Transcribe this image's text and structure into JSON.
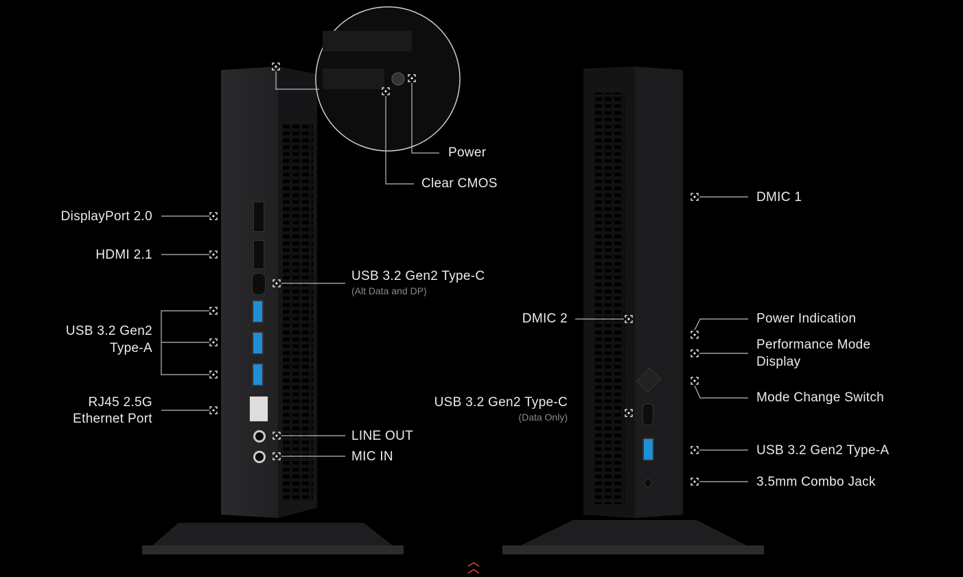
{
  "left_unit": {
    "labels": {
      "displayport": "DisplayPort 2.0",
      "hdmi": "HDMI 2.1",
      "usb_a_line1": "USB 3.2 Gen2",
      "usb_a_line2": "Type-A",
      "rj45_line1": "RJ45 2.5G",
      "rj45_line2": "Ethernet Port",
      "usb_c": "USB 3.2 Gen2 Type-C",
      "usb_c_sub": "(Alt Data and DP)",
      "line_out": "LINE OUT",
      "mic_in": "MIC IN",
      "power": "Power",
      "clear_cmos": "Clear CMOS"
    }
  },
  "right_unit": {
    "labels": {
      "dmic1": "DMIC 1",
      "dmic2": "DMIC 2",
      "power_indication": "Power Indication",
      "perf_line1": "Performance Mode",
      "perf_line2": "Display",
      "mode_switch": "Mode Change Switch",
      "usb_c": "USB 3.2 Gen2 Type-C",
      "usb_c_sub": "(Data Only)",
      "usb_a": "USB 3.2 Gen2 Type-A",
      "combo_jack": "3.5mm Combo Jack"
    }
  },
  "nav": {
    "scroll_up_icon": "double-chevron-up-icon"
  },
  "colors": {
    "accent": "#ff5a3c",
    "usb_blue": "#1f8fd6",
    "background": "#000000"
  }
}
